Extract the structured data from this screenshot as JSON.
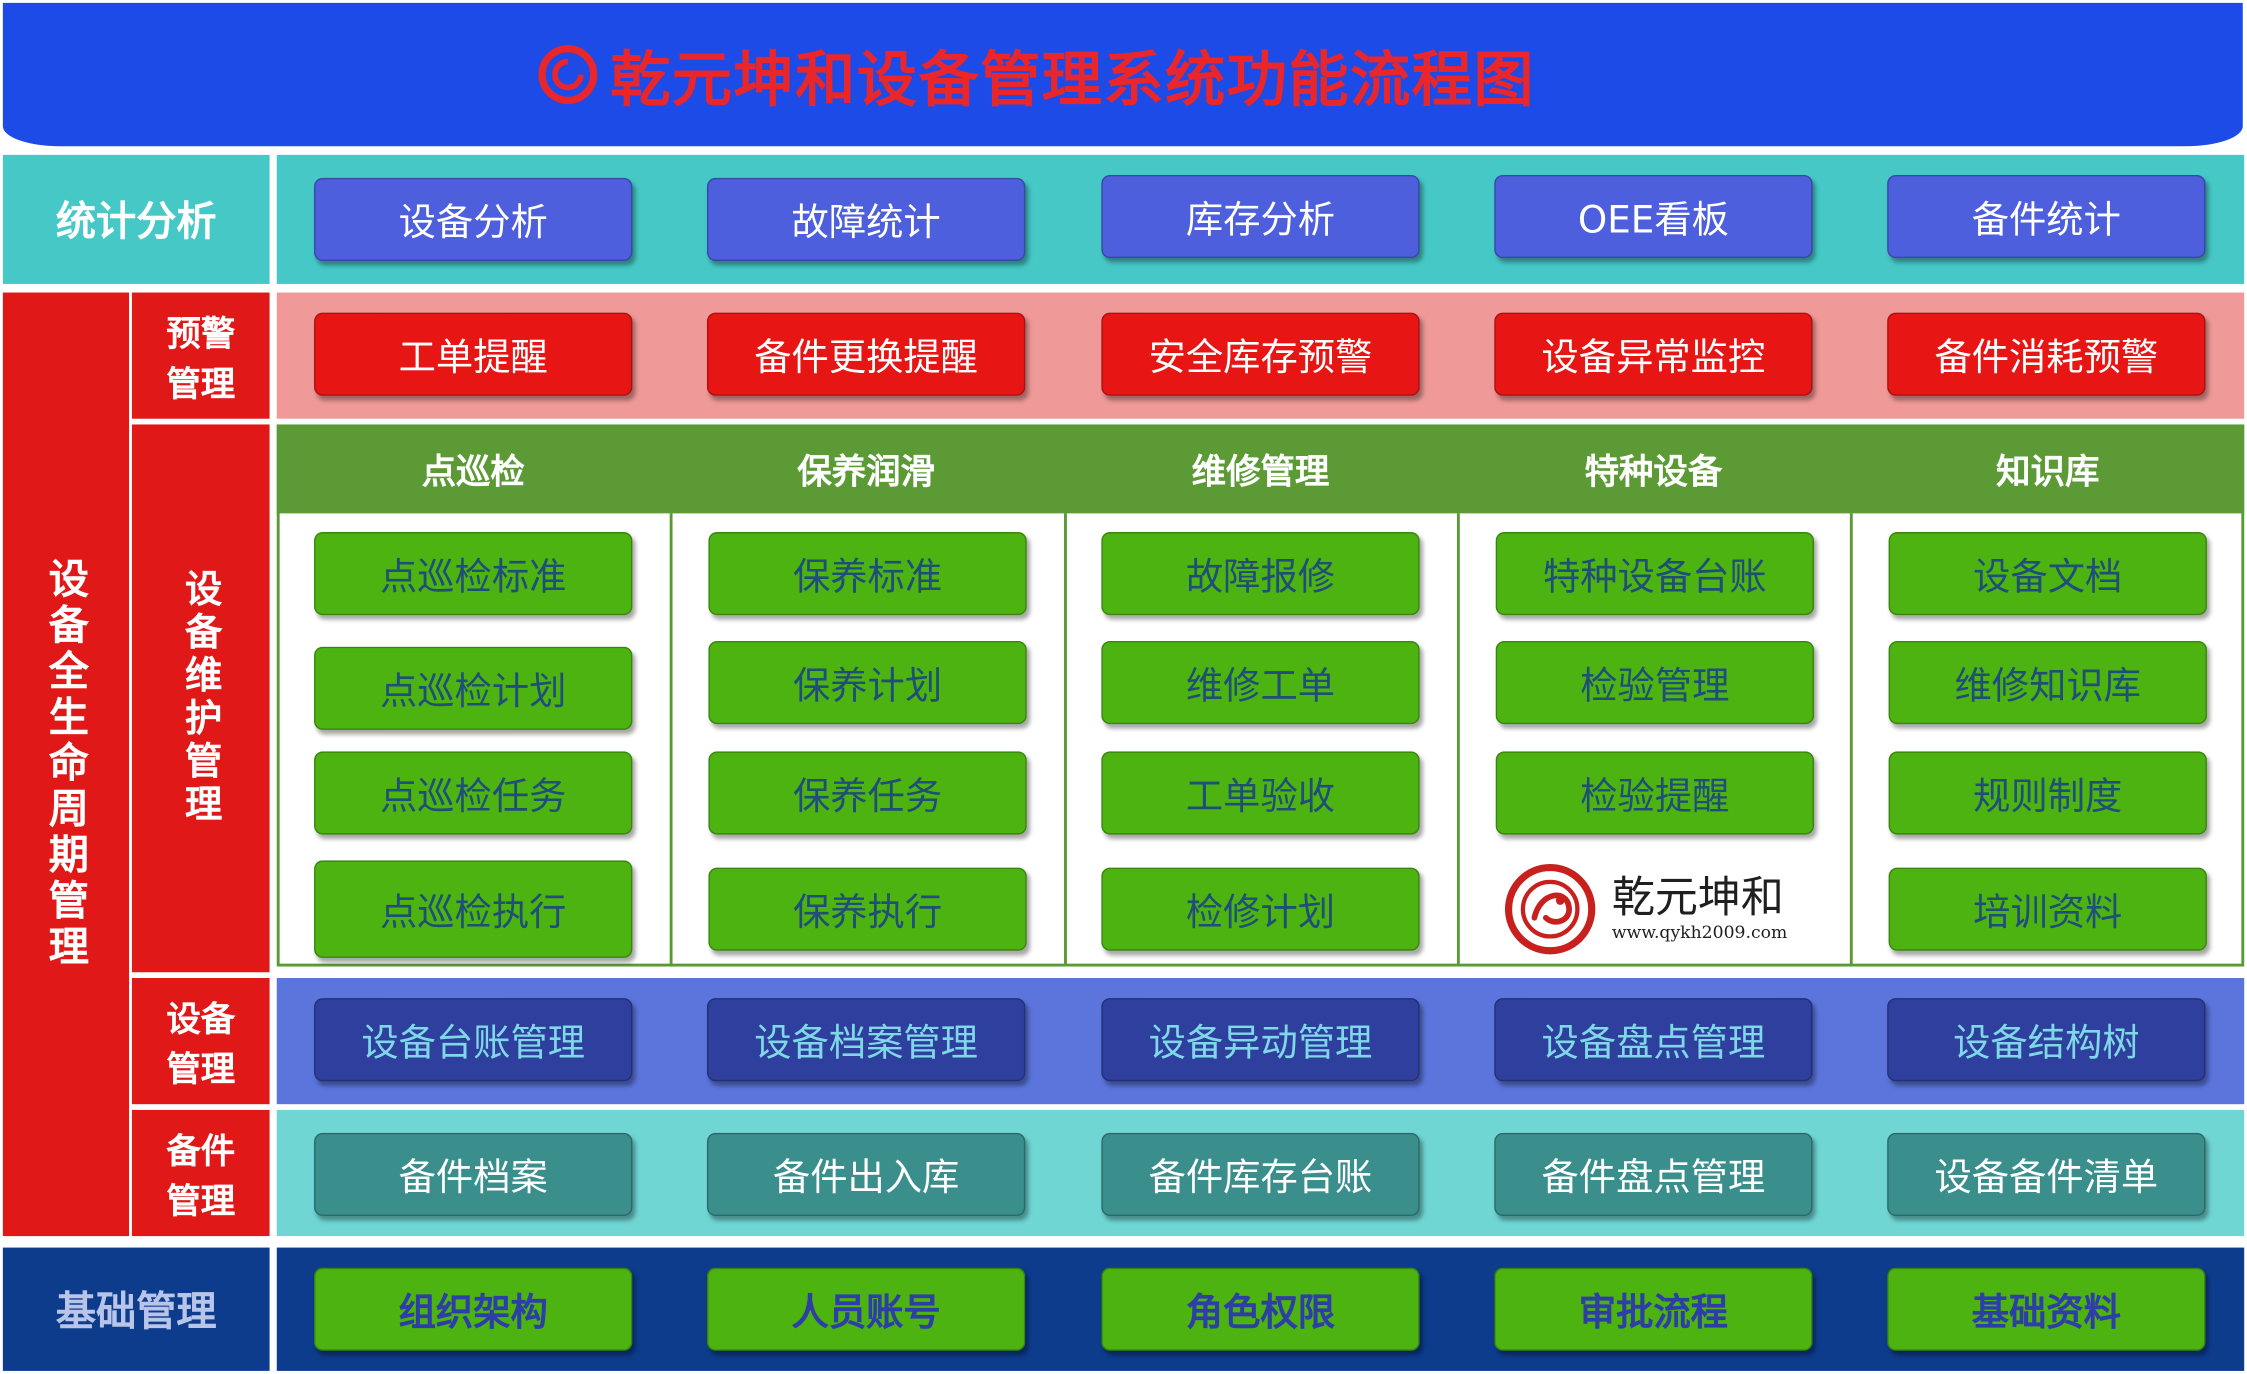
{
  "title": "乾元坤和设备管理系统功能流程图",
  "colors": {
    "header_bg": "#1c4be8",
    "title_text": "#e8262b",
    "stats_band": "#45c8c6",
    "stats_btn": "#4d5fdd",
    "alert_band": "#ef9a98",
    "alert_btn": "#e81515",
    "lifecycle_red": "#e01818",
    "green_header": "#5b9a35",
    "green_btn": "#4cb310",
    "device_band": "#5b75dc",
    "device_btn": "#2f3f9e",
    "spare_band": "#6fd6d4",
    "spare_btn": "#3a8e8c",
    "base_band": "#0d3c8d",
    "base_btn": "#4cb310",
    "base_btn_text": "#2d3fa6"
  },
  "left_labels": {
    "stats": "统计分析",
    "lifecycle": "设备全生命周期管理",
    "alert": "预警管理",
    "maintenance": "设备维护管理",
    "device": "设备管理",
    "spare": "备件管理",
    "base": "基础管理"
  },
  "stats_items": [
    "设备分析",
    "故障统计",
    "库存分析",
    "OEE看板",
    "备件统计"
  ],
  "alert_items": [
    "工单提醒",
    "备件更换提醒",
    "安全库存预警",
    "设备异常监控",
    "备件消耗预警"
  ],
  "maintenance_columns": [
    {
      "head": "点巡检",
      "items": [
        "点巡检标准",
        "点巡检计划",
        "点巡检任务",
        "点巡检执行"
      ]
    },
    {
      "head": "保养润滑",
      "items": [
        "保养标准",
        "保养计划",
        "保养任务",
        "保养执行"
      ]
    },
    {
      "head": "维修管理",
      "items": [
        "故障报修",
        "维修工单",
        "工单验收",
        "检修计划"
      ]
    },
    {
      "head": "特种设备",
      "items": [
        "特种设备台账",
        "检验管理",
        "检验提醒"
      ]
    },
    {
      "head": "知识库",
      "items": [
        "设备文档",
        "维修知识库",
        "规则制度",
        "培训资料"
      ]
    }
  ],
  "watermark": {
    "name": "乾元坤和",
    "url": "www.qykh2009.com"
  },
  "device_items": [
    "设备台账管理",
    "设备档案管理",
    "设备异动管理",
    "设备盘点管理",
    "设备结构树"
  ],
  "spare_items": [
    "备件档案",
    "备件出入库",
    "备件库存台账",
    "备件盘点管理",
    "设备备件清单"
  ],
  "base_items": [
    "组织架构",
    "人员账号",
    "角色权限",
    "审批流程",
    "基础资料"
  ]
}
